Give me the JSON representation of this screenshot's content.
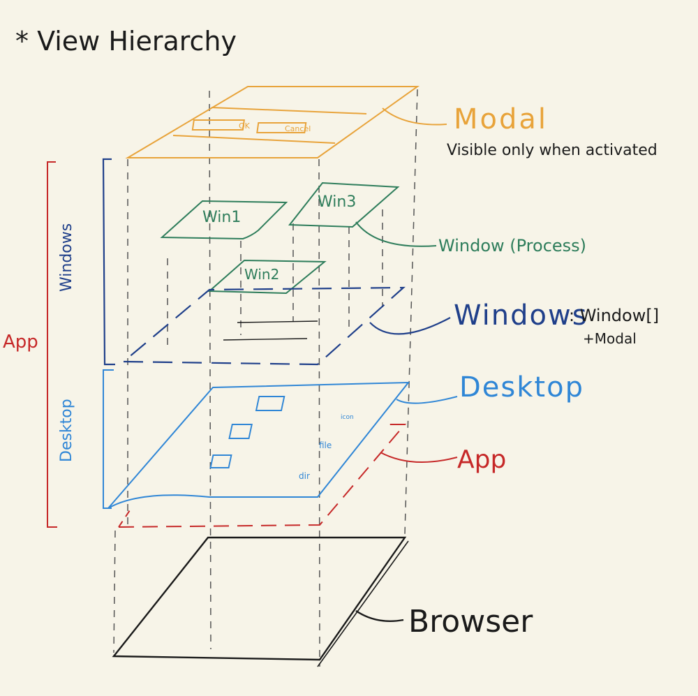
{
  "title": "* View Hierarchy",
  "colors": {
    "background": "#f7f4e8",
    "modal": "#e8a33a",
    "window": "#2e7d5b",
    "windows": "#1f3f8a",
    "desktop": "#2f86d6",
    "app": "#c62828",
    "browser": "#1a1a1a",
    "guide": "#555555"
  },
  "layers": {
    "modal": {
      "label": "Modal",
      "note": "Visible only when activated",
      "buttons": [
        "OK",
        "Cancel"
      ]
    },
    "window": {
      "label": "Window (Process)",
      "items": [
        "Win1",
        "Win2",
        "Win3"
      ]
    },
    "windows": {
      "label": "Windows",
      "type": ": Window[]",
      "extra": "+Modal",
      "bracket": "Windows"
    },
    "desktop": {
      "label": "Desktop",
      "bracket": "Desktop",
      "icons": [
        "icon",
        "file",
        "dir"
      ]
    },
    "app": {
      "label": "App",
      "bracket": "App"
    },
    "browser": {
      "label": "Browser"
    }
  }
}
